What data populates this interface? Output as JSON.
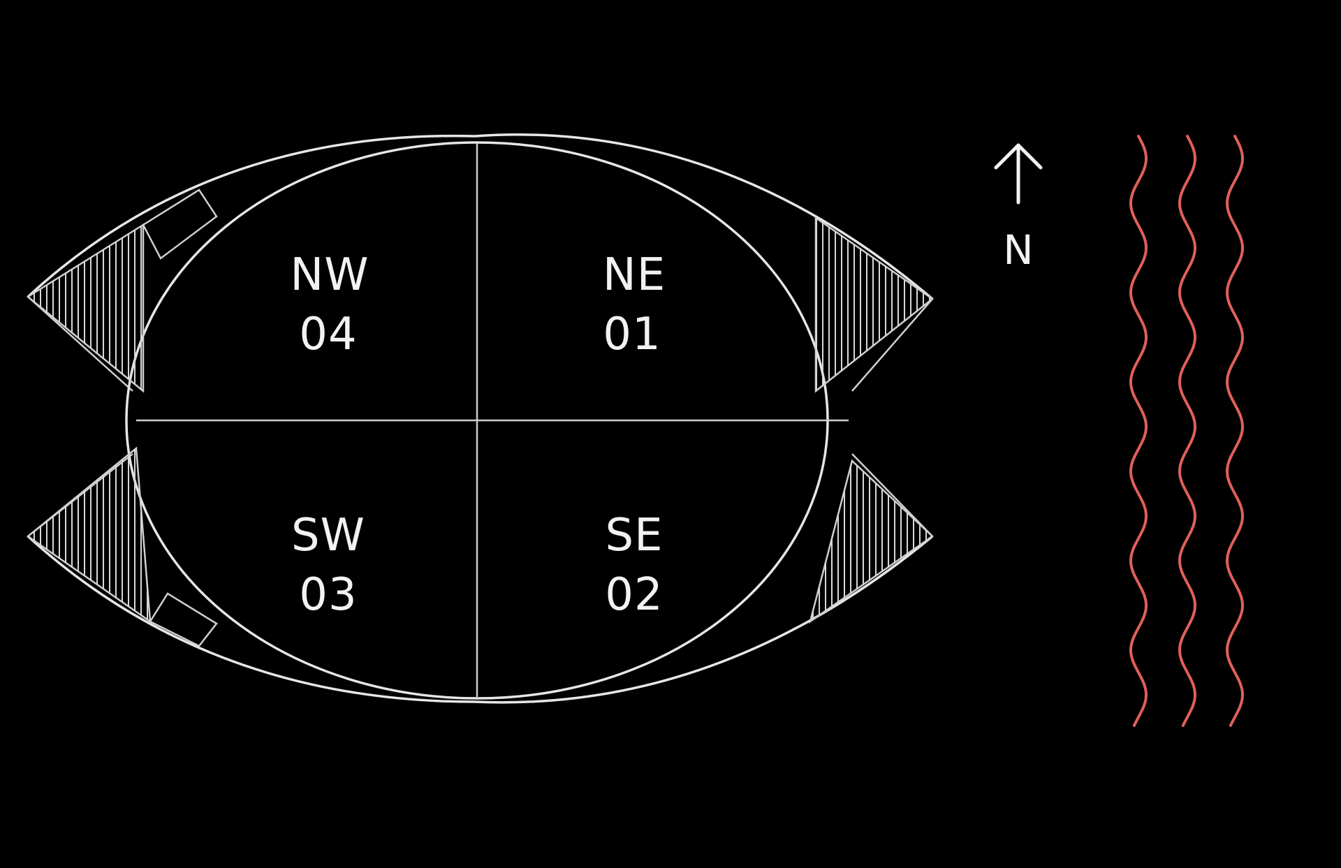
{
  "quadrants": [
    {
      "id": "nw",
      "direction": "NW",
      "number": "04"
    },
    {
      "id": "ne",
      "direction": "NE",
      "number": "01"
    },
    {
      "id": "sw",
      "direction": "SW",
      "number": "03"
    },
    {
      "id": "se",
      "direction": "SE",
      "number": "02"
    }
  ],
  "compass": {
    "label": "N"
  },
  "waves": {
    "count": 3,
    "color": "#e0605a"
  },
  "colors": {
    "background": "#000000",
    "linework": "#e6e6e6"
  }
}
